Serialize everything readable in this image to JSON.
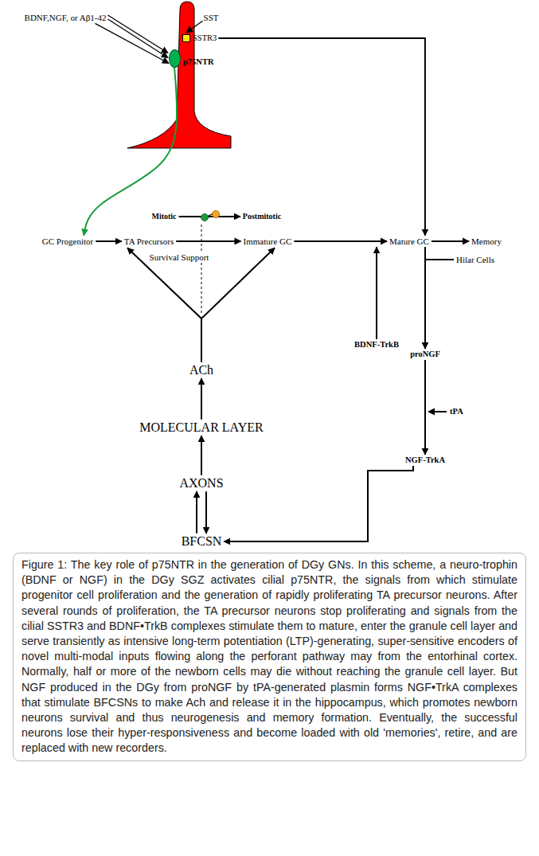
{
  "diagram": {
    "caption": "Figure 1: The key role of p75NTR in the generation of DGy GNs. In this scheme, a neuro-trophin (BDNF or NGF) in the DGy SGZ activates cilial p75NTR, the signals from which stimulate progenitor cell proliferation and the generation of rapidly proliferating TA precursor neurons. After several rounds of proliferation, the TA precursor neurons stop proliferating and signals from the cilial SSTR3 and BDNF•TrkB complexes stimulate them to mature, enter the granule cell layer and serve transiently as intensive long-term potentiation (LTP)-generating, super-sensitive encoders of novel multi-modal inputs flowing along the perforant pathway may from the entorhinal cortex. Normally, half or more of the newborn cells may die without reaching the granule cell layer. But NGF produced in the DGy from proNGF by tPA-generated plasmin forms NGF•TrkA complexes that stimulate BFCSNs to make Ach and release it in the hippocampus, which promotes newborn neurons survival and thus neurogenesis and memory formation. Eventually, the successful neurons lose their hyper-responsiveness and become loaded with old 'memories', retire, and are replaced with new recorders.",
    "nodes": [
      {
        "text": [
          "BDNF,NGF, or Aβ1-42"
        ]
      },
      {
        "text": [
          "SST"
        ]
      },
      {
        "text": [
          "SSTR3"
        ]
      },
      {
        "text": [
          "p75NTR"
        ]
      },
      {
        "text": [
          "Mitotic"
        ]
      },
      {
        "text": [
          "Postmitotic"
        ]
      },
      {
        "text": [
          "GC Progenitor"
        ]
      },
      {
        "text": [
          "TA Precursors"
        ]
      },
      {
        "text": [
          "Immature GC"
        ]
      },
      {
        "text": [
          "Mature GC"
        ]
      },
      {
        "text": [
          "Memory"
        ]
      },
      {
        "text": [
          "Survival Support"
        ]
      },
      {
        "text": [
          "Hilar Cells"
        ]
      },
      {
        "text": [
          "BDNF-TrkB"
        ]
      },
      {
        "text": [
          "proNGF"
        ]
      },
      {
        "text": [
          "ACh"
        ]
      },
      {
        "text": [
          "tPA"
        ]
      },
      {
        "text": [
          "MOLECULAR  LAYER"
        ]
      },
      {
        "text": [
          "NGF-TrkA"
        ]
      },
      {
        "text": [
          "AXONS"
        ]
      },
      {
        "text": [
          "BFCSN"
        ]
      }
    ],
    "edges": [
      {
        "from": 0,
        "to": 3,
        "arrow": "to"
      },
      {
        "from": 0,
        "to": 3,
        "arrow": "to"
      },
      {
        "from": 0,
        "to": 3,
        "arrow": "to"
      },
      {
        "from": 1,
        "to": 2,
        "arrow": "to"
      },
      {
        "from": 3,
        "to": 6,
        "arrow": "to"
      },
      {
        "from": 2,
        "to": 9,
        "arrow": "to"
      },
      {
        "from": 4,
        "to": 5,
        "arrow": "to"
      },
      {
        "from": 6,
        "to": 7,
        "arrow": "to"
      },
      {
        "from": 7,
        "to": 8,
        "arrow": "to"
      },
      {
        "from": 8,
        "to": 9,
        "arrow": "to"
      },
      {
        "from": 9,
        "to": 10,
        "arrow": "to"
      },
      {
        "from": 9,
        "to": 12,
        "arrow": "none"
      },
      {
        "from": 9,
        "to": 14,
        "arrow": "to"
      },
      {
        "from": 13,
        "to": 9,
        "arrow": "to"
      },
      {
        "from": 15,
        "to": 7,
        "arrow": "to"
      },
      {
        "from": 15,
        "to": 8,
        "arrow": "to"
      },
      {
        "from": 17,
        "to": 15,
        "arrow": "to"
      },
      {
        "from": 19,
        "to": 17,
        "arrow": "to"
      },
      {
        "from": 20,
        "to": 19,
        "arrow": "to"
      },
      {
        "from": 19,
        "to": 20,
        "arrow": "to"
      },
      {
        "from": 14,
        "to": 18,
        "arrow": "to"
      },
      {
        "from": 18,
        "to": 20,
        "arrow": "to"
      }
    ]
  }
}
